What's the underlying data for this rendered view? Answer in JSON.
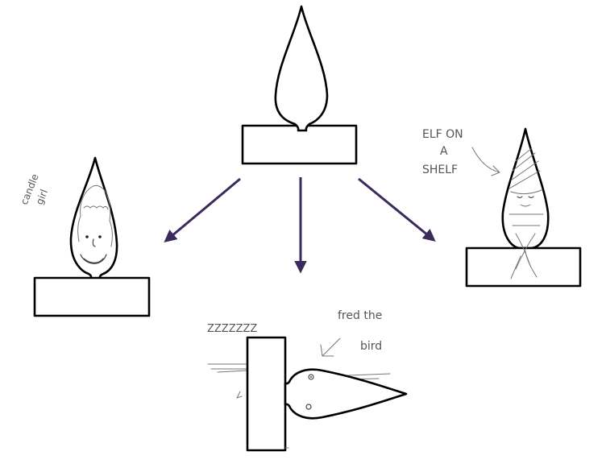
{
  "colors": {
    "arrow": "#3b2a5c",
    "outline": "#000000",
    "sketch": "#777777"
  },
  "annotations": {
    "candle_girl": [
      "candle",
      "girl"
    ],
    "elf_on_a_shelf": [
      "ELF ON",
      "A",
      "SHELF"
    ],
    "fred_the_bird": [
      "fred the",
      "bird"
    ],
    "snore": "ZZZZZZZ"
  },
  "icons": {
    "source": "candle-flame-on-base-icon",
    "left": "candle-girl-icon",
    "right": "elf-on-shelf-icon",
    "bottom": "sleeping-bird-icon"
  }
}
